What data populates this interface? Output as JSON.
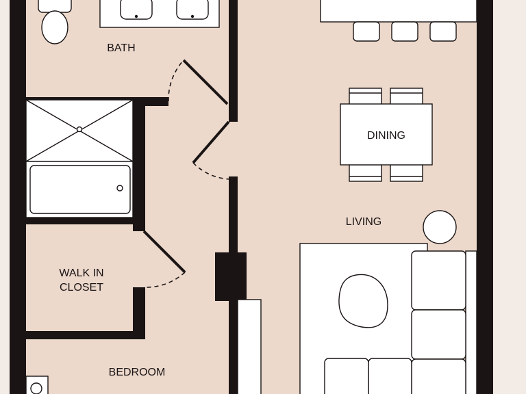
{
  "floor_plan": {
    "rooms": {
      "bath": "BATH",
      "dining": "DINING",
      "living": "LIVING",
      "closet_line1": "WALK IN",
      "closet_line2": "CLOSET",
      "bedroom": "BEDROOM"
    },
    "colors": {
      "floor": "#ecd9cc",
      "outside": "#f3ebe5",
      "wall": "#1a1414",
      "fixture": "#ffffff"
    }
  }
}
